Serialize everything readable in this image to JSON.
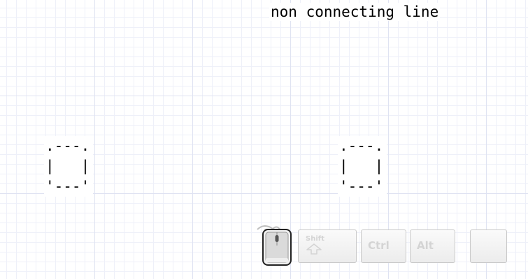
{
  "canvas": {
    "title": "non connecting line",
    "boxes": [
      {
        "top": ".---.",
        "middle": "|   |",
        "bottom": "'---'"
      },
      {
        "top": ".---.",
        "middle": "|   |",
        "bottom": "'---'"
      }
    ]
  },
  "input_overlay": {
    "mouse_icon": "mouse-icon",
    "keys": {
      "shift_label": "Shift",
      "ctrl_label": "Ctrl",
      "alt_label": "Alt",
      "blank_label": ""
    }
  },
  "colors": {
    "grid_major": "#dfe3f2",
    "grid_minor": "#eef0f9",
    "key_text": "#d4d4d4"
  }
}
